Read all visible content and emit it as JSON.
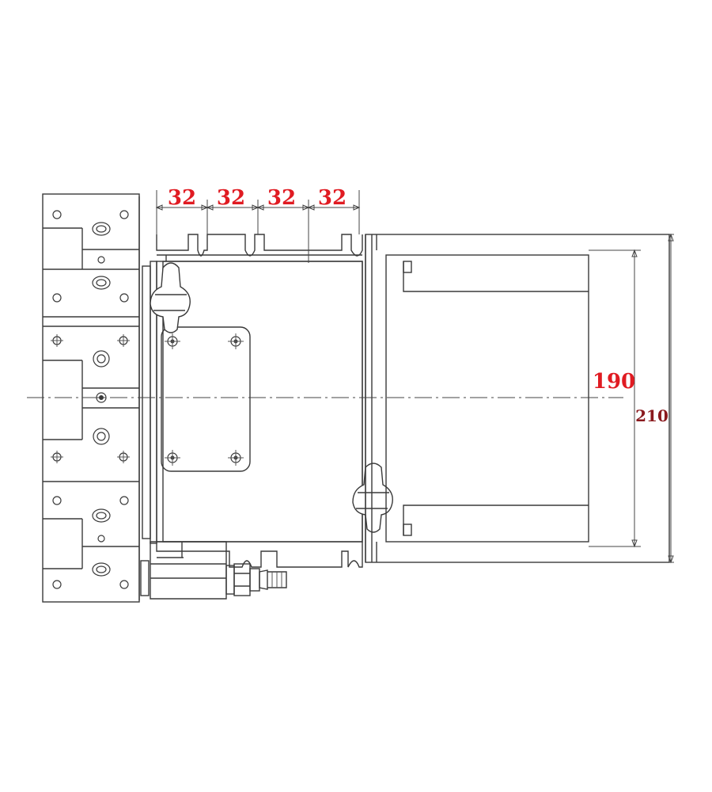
{
  "dimensions": {
    "pitch_1": "32",
    "pitch_2": "32",
    "pitch_3": "32",
    "pitch_4": "32",
    "inner_height": "190",
    "outer_height": "210"
  },
  "colors": {
    "dimension_primary": "#e01b22",
    "dimension_secondary": "#8a1a1e",
    "line": "#3a3a3a"
  }
}
